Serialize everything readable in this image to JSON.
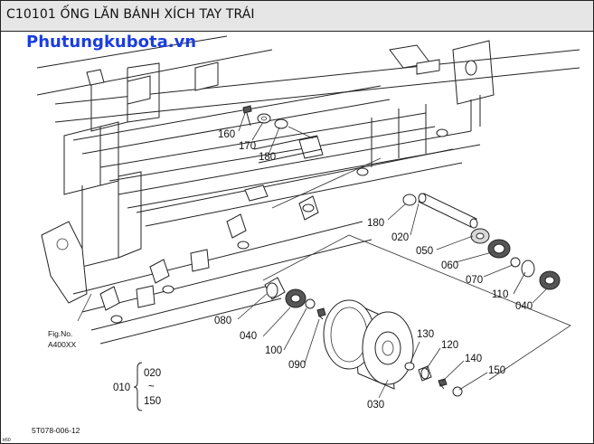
{
  "title": "C10101 ỐNG LĂN BÁNH XÍCH TAY TRÁI",
  "watermark": "Phutungkubota.vn",
  "callouts": [
    {
      "id": "160",
      "label": "160"
    },
    {
      "id": "170",
      "label": "170"
    },
    {
      "id": "180a",
      "label": "180"
    },
    {
      "id": "180b",
      "label": "180"
    },
    {
      "id": "020",
      "label": "020"
    },
    {
      "id": "050",
      "label": "050"
    },
    {
      "id": "060",
      "label": "060"
    },
    {
      "id": "070",
      "label": "070"
    },
    {
      "id": "110",
      "label": "110"
    },
    {
      "id": "040a",
      "label": "040"
    },
    {
      "id": "080",
      "label": "080"
    },
    {
      "id": "040b",
      "label": "040"
    },
    {
      "id": "100",
      "label": "100"
    },
    {
      "id": "090",
      "label": "090"
    },
    {
      "id": "130",
      "label": "130"
    },
    {
      "id": "120",
      "label": "120"
    },
    {
      "id": "140",
      "label": "140"
    },
    {
      "id": "150",
      "label": "150"
    },
    {
      "id": "030",
      "label": "030"
    }
  ],
  "fig_ref": {
    "line1": "Fig.No.",
    "line2": "A400XX"
  },
  "assembly": {
    "number": "010",
    "range_start": "020",
    "tilde": "~",
    "range_end": "150"
  },
  "drawing_code": "5T078-006-12",
  "corner_note": "tr60"
}
